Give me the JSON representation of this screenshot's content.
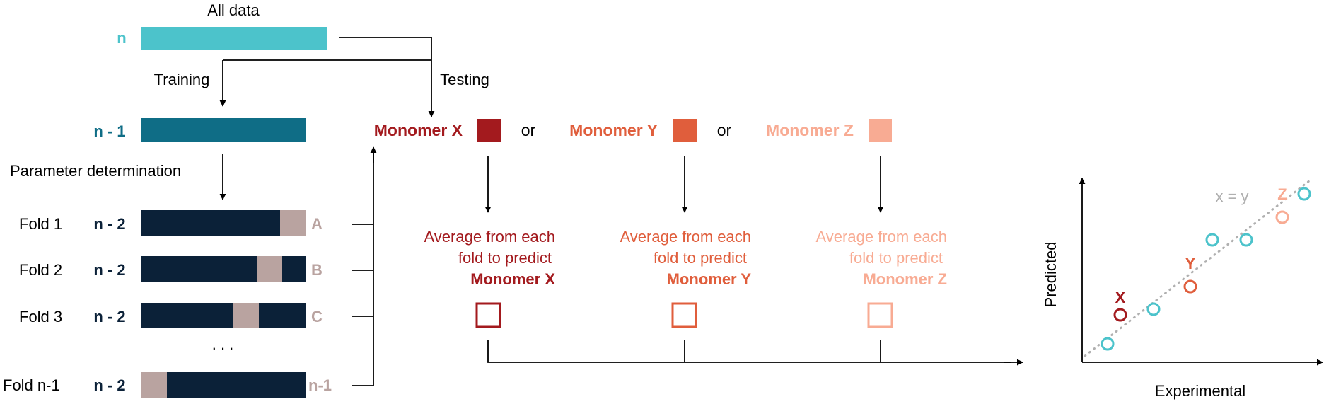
{
  "colors": {
    "n_bar": "#4CC3CB",
    "n1_bar": "#0F6D86",
    "fold_bar": "#0B2138",
    "held_out": "#B9A3A0",
    "monomer_x": "#A31A1E",
    "monomer_y": "#E05E3C",
    "monomer_z": "#F8AB93",
    "scatter_point": "#4CC3CB",
    "arrow": "#000000",
    "diagonal": "#B0B0B0",
    "xy_label": "#B0B0B0"
  },
  "top": {
    "all_data": "All data",
    "n_label": "n",
    "training": "Training",
    "testing": "Testing",
    "n1_label": "n - 1",
    "param_det": "Parameter determination"
  },
  "folds": [
    {
      "name": "Fold 1",
      "size": "n - 2",
      "letter": "A"
    },
    {
      "name": "Fold 2",
      "size": "n - 2",
      "letter": "B"
    },
    {
      "name": "Fold 3",
      "size": "n - 2",
      "letter": "C"
    },
    {
      "name": "Fold n-1",
      "size": "n - 2",
      "letter": "n-1"
    }
  ],
  "ellipsis": ". . .",
  "monomers": [
    {
      "name": "Monomer X",
      "avg1": "Average from each",
      "avg2": "fold to predict",
      "avg3": "Monomer X"
    },
    {
      "name": "Monomer Y",
      "avg1": "Average from each",
      "avg2": "fold to predict",
      "avg3": "Monomer Y"
    },
    {
      "name": "Monomer Z",
      "avg1": "Average from each",
      "avg2": "fold to predict",
      "avg3": "Monomer Z"
    }
  ],
  "or_text": "or",
  "plot": {
    "xlabel": "Experimental",
    "ylabel": "Predicted",
    "diag_label": "x = y",
    "point_labels": {
      "x": "X",
      "y": "Y",
      "z": "Z"
    }
  }
}
